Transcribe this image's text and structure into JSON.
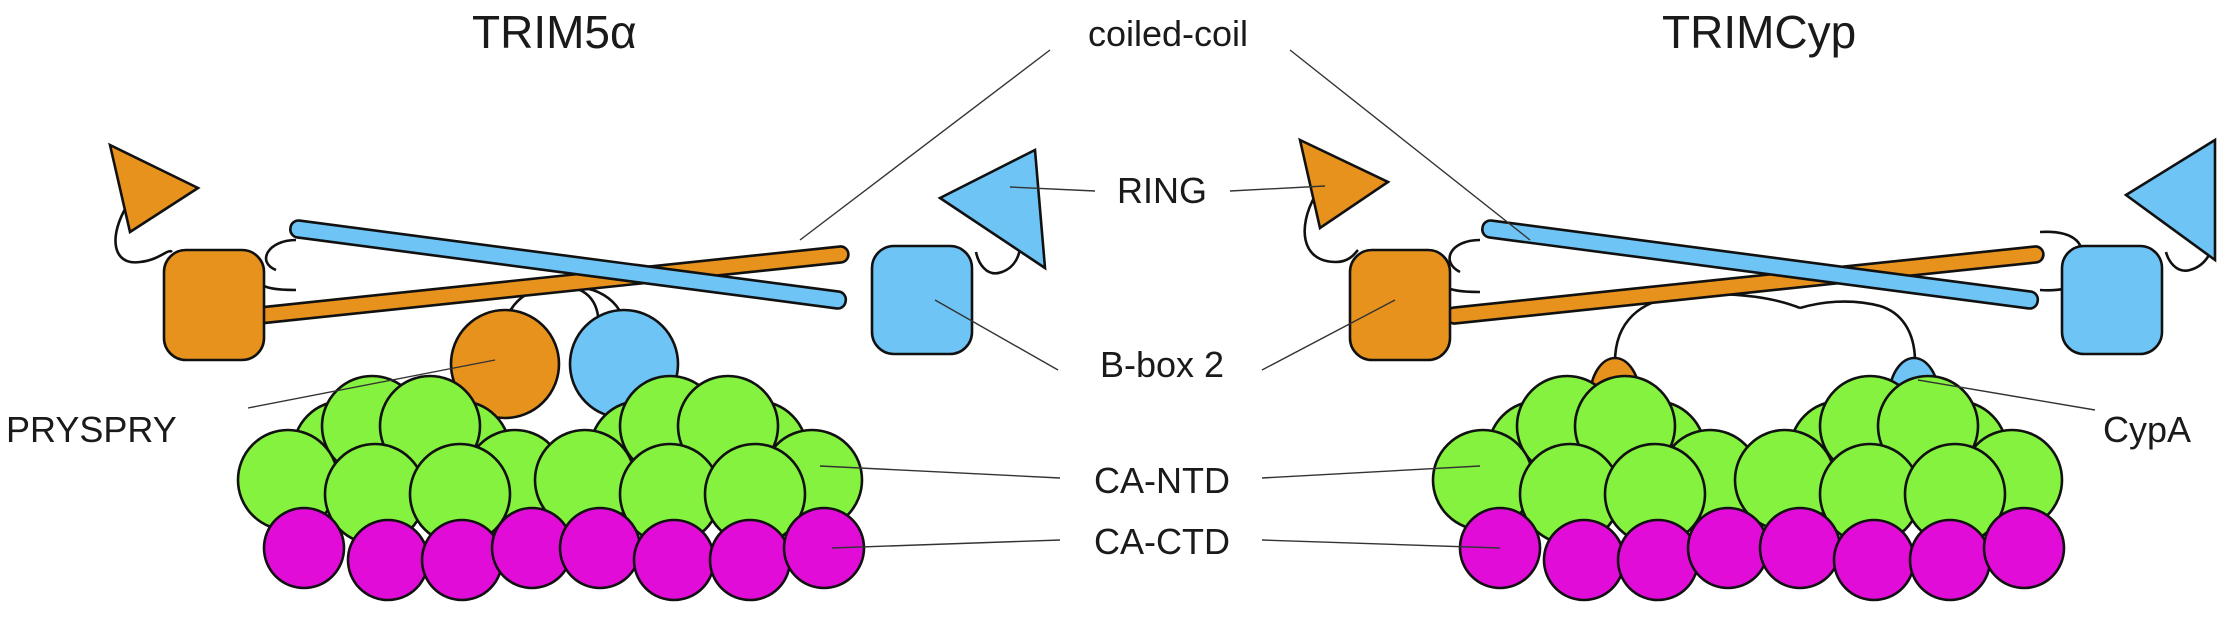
{
  "titles": {
    "left": "TRIM5α",
    "right": "TRIMCyp"
  },
  "labels": {
    "coiled_coil": "coiled-coil",
    "ring": "RING",
    "bbox2": "B-box 2",
    "pryspry": "PRYSPRY",
    "ca_ntd": "CA-NTD",
    "ca_ctd": "CA-CTD",
    "cypa": "CypA"
  },
  "colors": {
    "orange": "#E8921E",
    "blue": "#6EC4F5",
    "green": "#84F23F",
    "magenta": "#E20CD8",
    "outline": "#111111"
  }
}
